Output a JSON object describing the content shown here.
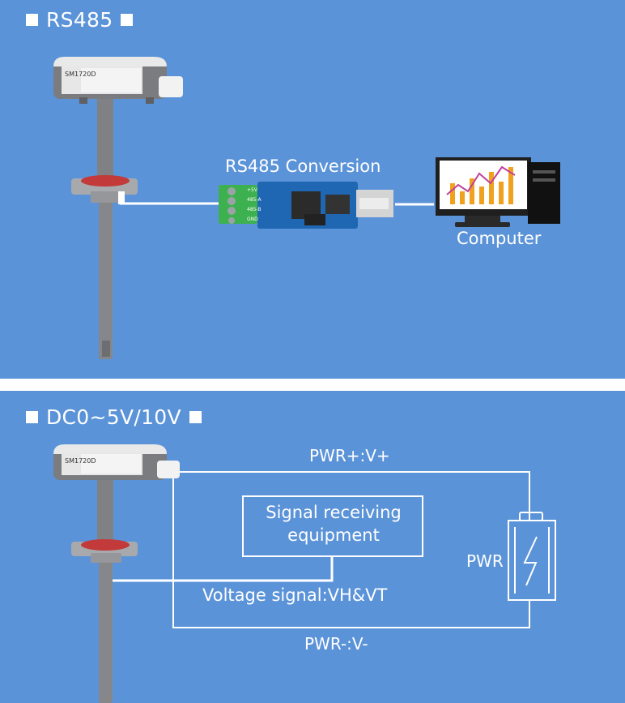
{
  "rs485_section": {
    "heading": "RS485",
    "converter_label": "RS485 Conversion",
    "computer_label": "Computer",
    "sensor_nameplate": "SM1720D",
    "terminal_labels": [
      "+5V",
      "485-A",
      "485-B",
      "GND"
    ]
  },
  "analog_section": {
    "heading": "DC0~5V/10V",
    "pwr_plus_label": "PWR+:V+",
    "pwr_minus_label": "PWR-:V-",
    "receiver_label_line1": "Signal receiving",
    "receiver_label_line2": "equipment",
    "voltage_signal_label": "Voltage signal:VH&VT",
    "power_label": "PWR",
    "sensor_nameplate": "SM1720D"
  },
  "colors": {
    "panel_bg": "#5b93d8",
    "line": "#ffffff",
    "sensor_body": "#7f8184",
    "flange": "#c23a3a",
    "pcb": "#1f66b3",
    "terminal": "#3db04f"
  }
}
